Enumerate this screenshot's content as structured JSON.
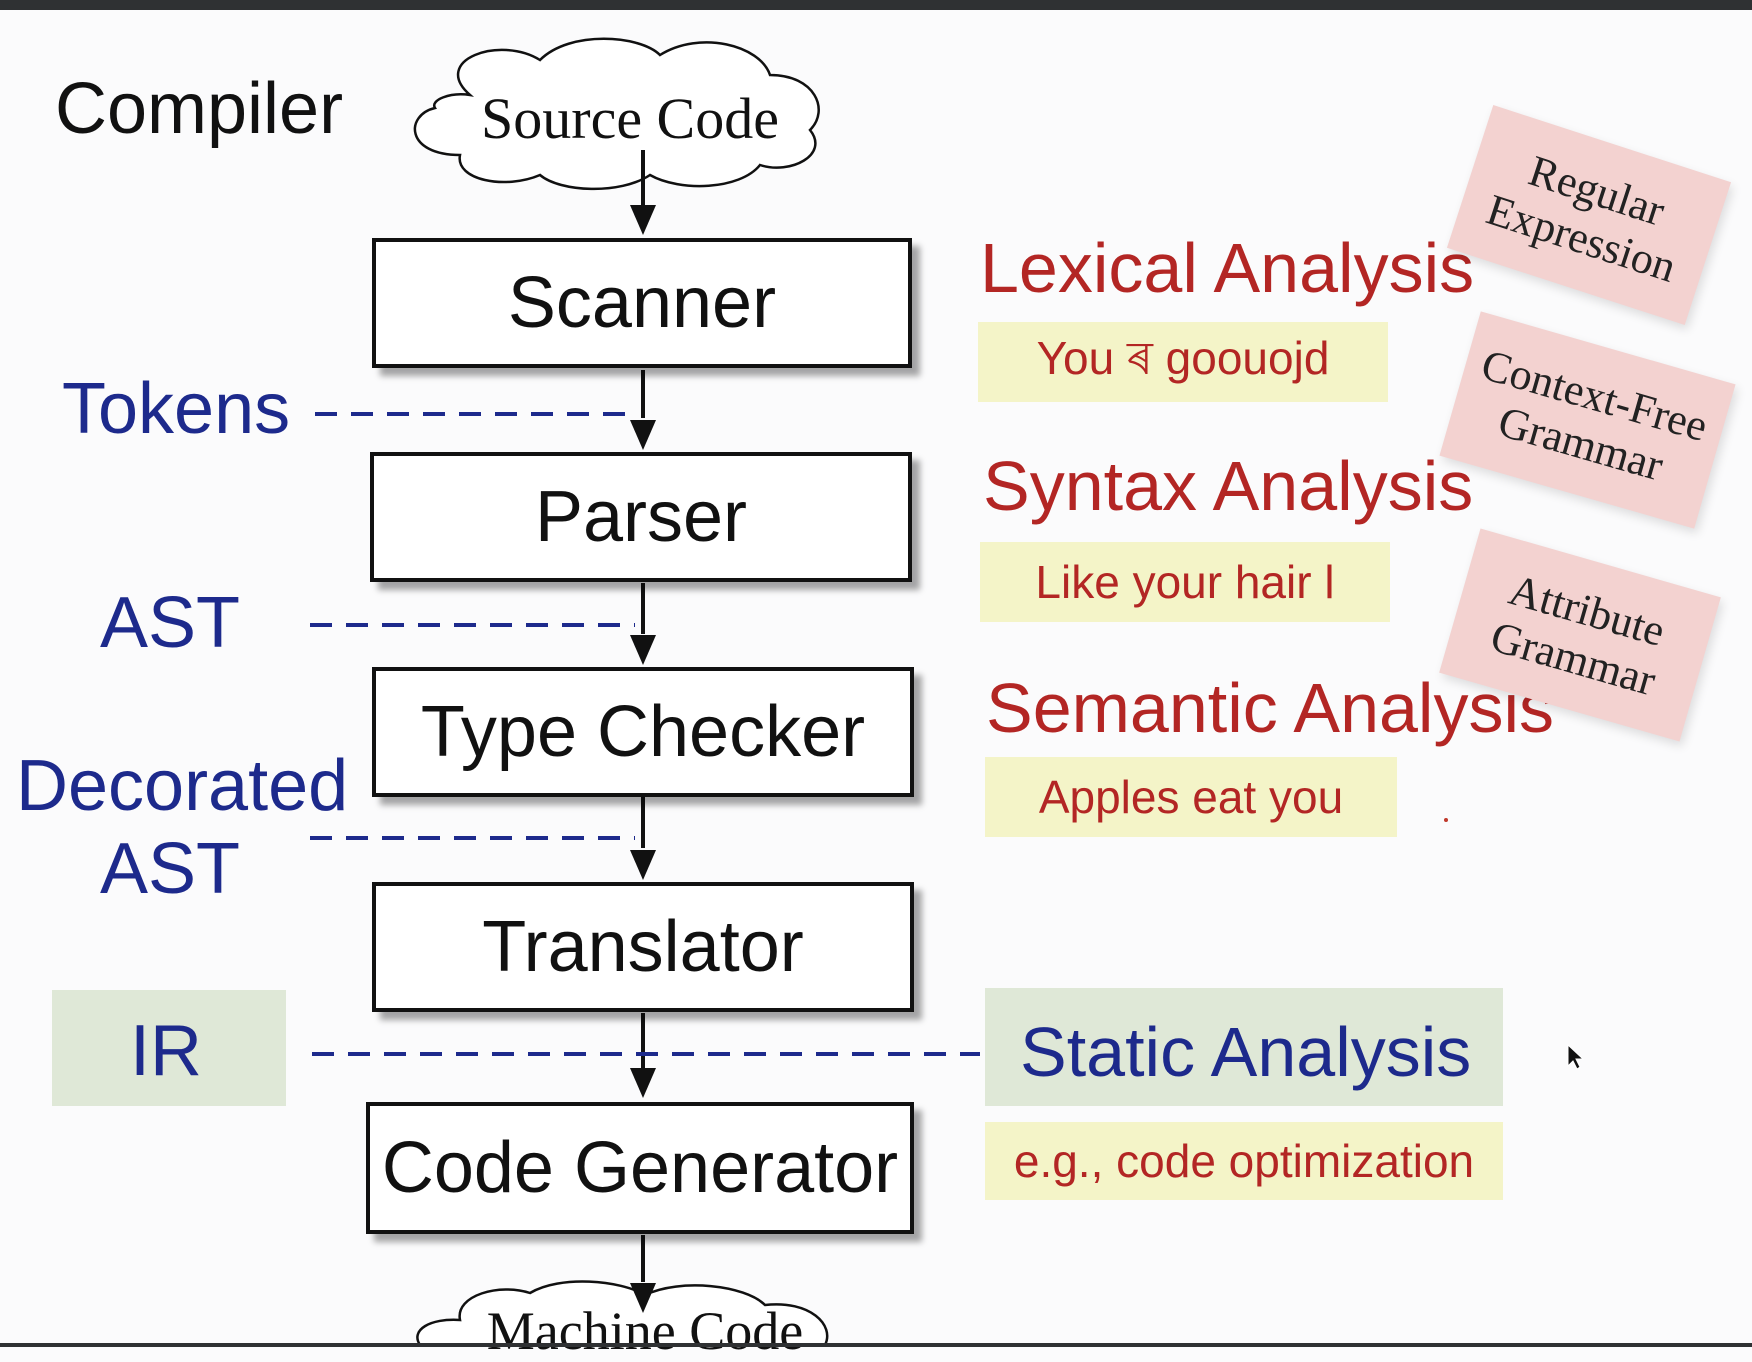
{
  "title": "Compiler",
  "input": "Source Code",
  "output": "Machine Code",
  "stages": [
    "Scanner",
    "Parser",
    "Type Checker",
    "Translator",
    "Code Generator"
  ],
  "intermediates": {
    "tokens": "Tokens",
    "ast": "AST",
    "decorated_ast_line1": "Decorated",
    "decorated_ast_line2": "AST",
    "ir": "IR"
  },
  "phases": {
    "lexical": {
      "title": "Lexical Analysis",
      "example": "You ৰ goouojd"
    },
    "syntax": {
      "title": "Syntax Analysis",
      "example": "Like your hair l"
    },
    "semantic": {
      "title": "Semantic Analysis",
      "example": "Apples eat you"
    },
    "static": {
      "title": "Static Analysis",
      "example": "e.g., code optimization"
    }
  },
  "formalisms": {
    "regular_expression": [
      "Regular",
      "Expression"
    ],
    "context_free_grammar": [
      "Context-Free",
      "Grammar"
    ],
    "attribute_grammar": [
      "Attribute",
      "Grammar"
    ]
  },
  "colors": {
    "phase_title": "#b32624",
    "intermediate": "#1d2a8c",
    "note_yellow": "#f4f4c8",
    "note_green": "#dfe8d7",
    "note_pink": "#f3d2d0"
  }
}
